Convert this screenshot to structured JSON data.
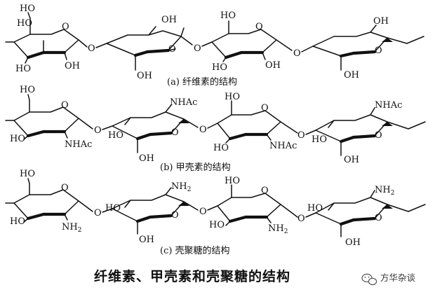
{
  "rows": [
    {
      "caption": "(a) 纤维素的结构",
      "ring1": {
        "top_left": "HO",
        "top_mid": "HO",
        "ring_o": "O",
        "bottom_left": "HO",
        "bottom_right": "OH"
      },
      "link1": "O",
      "ring2": {
        "top_right": "OH",
        "ring_o": "O",
        "bottom": "OH"
      },
      "link2": "O",
      "ring3": {
        "top_mid": "HO",
        "ring_o": "O",
        "bottom_left": "HO",
        "bottom_right": "OH"
      },
      "link3": "O",
      "ring4": {
        "top_right": "OH",
        "ring_o": "O",
        "bottom": "OH"
      }
    },
    {
      "caption": "(b) 甲壳素的结构",
      "ring1": {
        "top_left": "HO",
        "ring_o": "O",
        "bottom_left": "HO",
        "bottom_right": "NHAc"
      },
      "link1": "O",
      "ring2": {
        "top_right": "NHAc",
        "ring_o": "O",
        "bottom": "OH",
        "left": "HO"
      },
      "link2": "O",
      "ring3": {
        "top_mid": "HO",
        "ring_o": "O",
        "bottom_left": "HO",
        "bottom_right": "NHAc"
      },
      "link3": "O",
      "ring4": {
        "top_right": "NHAc",
        "ring_o": "O",
        "bottom": "OH",
        "left": "HO"
      }
    },
    {
      "caption": "(c) 壳聚糖的结构",
      "ring1": {
        "top_left": "HO",
        "ring_o": "O",
        "bottom_left": "HO",
        "bottom_right": "NH",
        "bottom_right_sub": "2"
      },
      "link1": "O",
      "ring2": {
        "top_right": "NH",
        "top_right_sub": "2",
        "ring_o": "O",
        "bottom": "OH",
        "left": "HO"
      },
      "link2": "O",
      "ring3": {
        "top_mid": "HO",
        "ring_o": "O",
        "bottom_left": "HO",
        "bottom_right": "NH",
        "bottom_right_sub": "2"
      },
      "link3": "O",
      "ring4": {
        "top_right": "NH",
        "top_right_sub": "2",
        "ring_o": "O",
        "bottom": "OH",
        "left": "HO"
      }
    }
  ],
  "title": "纤维素、甲壳素和壳聚糖的结构",
  "watermark": {
    "text": "方华杂谈",
    "icon": "wechat-icon"
  }
}
